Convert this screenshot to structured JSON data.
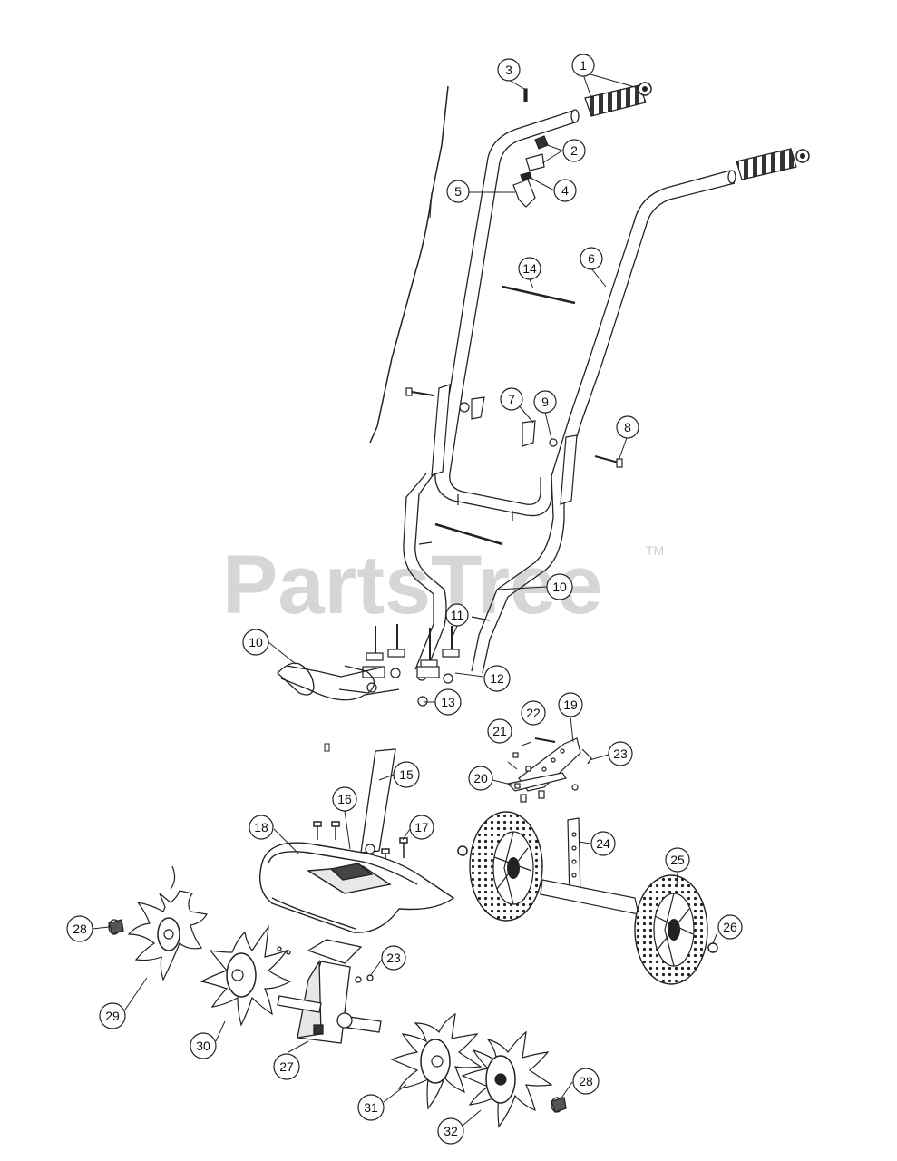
{
  "watermark": {
    "text": "PartsTree",
    "tm": "TM"
  },
  "callouts": [
    "1",
    "2",
    "3",
    "4",
    "5",
    "6",
    "7",
    "8",
    "9",
    "10",
    "11",
    "12",
    "13",
    "14",
    "15",
    "16",
    "17",
    "18",
    "19",
    "20",
    "21",
    "22",
    "23",
    "24",
    "25",
    "26",
    "27",
    "28",
    "29",
    "30",
    "31",
    "32"
  ]
}
